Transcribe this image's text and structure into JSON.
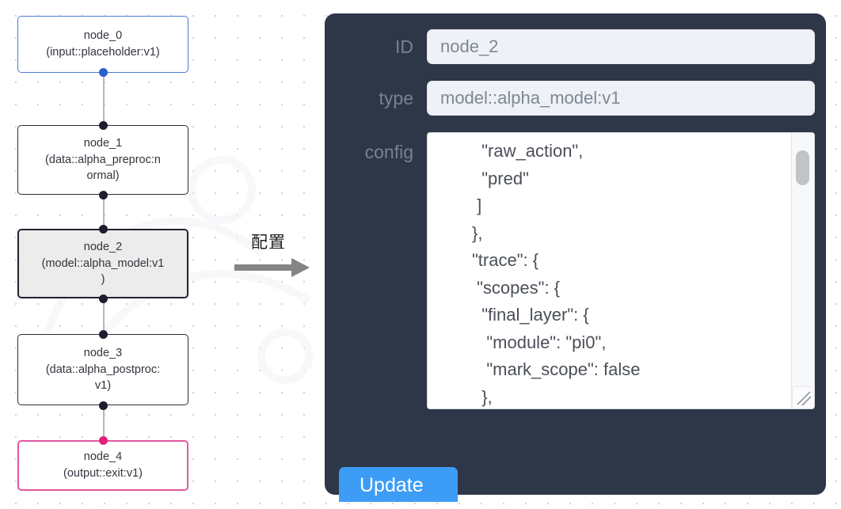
{
  "graph": {
    "nodes": [
      {
        "id": "node_0",
        "type": "(input::placeholder:v1)",
        "state": "input"
      },
      {
        "id": "node_1",
        "type": "(data::alpha_preproc:normal)",
        "state": "default"
      },
      {
        "id": "node_2",
        "type": "(model::alpha_model:v1)",
        "state": "selected"
      },
      {
        "id": "node_3",
        "type": "(data::alpha_postproc:v1)",
        "state": "default"
      },
      {
        "id": "node_4",
        "type": "(output::exit:v1)",
        "state": "output"
      }
    ],
    "node_0_label": "node_0",
    "node_0_type": "(input::placeholder:v1)",
    "node_1_label": "node_1",
    "node_1_type": "(data::alpha_preproc:n\normal)",
    "node_2_label": "node_2",
    "node_2_type": "(model::alpha_model:v1\n)",
    "node_3_label": "node_3",
    "node_3_type": "(data::alpha_postproc:\nv1)",
    "node_4_label": "node_4",
    "node_4_type": "(output::exit:v1)",
    "colors": {
      "input_border": "#4a7ad4",
      "output_border": "#e2589f",
      "default_border": "#2b2b3c",
      "selected_fill": "#ececec",
      "edge": "#b9b9be",
      "port_dot": "#1d1d2c",
      "port_dot_input": "#2a5fd0",
      "port_dot_output": "#e61f7f"
    }
  },
  "annotation": {
    "text": "配置",
    "arrow_icon": "right-arrow-icon",
    "arrow_color": "#808080"
  },
  "panel": {
    "background": "#2e3748",
    "fields": {
      "id_label": "ID",
      "id_value": "node_2",
      "type_label": "type",
      "type_value": "model::alpha_model:v1",
      "config_label": "config",
      "config_value": "  \"raw_action\",\n  \"pred\"\n ]\n},\n\"trace\": {\n \"scopes\": {\n  \"final_layer\": {\n   \"module\": \"pi0\",\n   \"mark_scope\": false\n  },\n  \"action_model\": {"
    },
    "update_label": "Update",
    "update_color": "#3d9cf5",
    "scrollbar": {
      "thumb_color": "#c2c3c5"
    }
  }
}
